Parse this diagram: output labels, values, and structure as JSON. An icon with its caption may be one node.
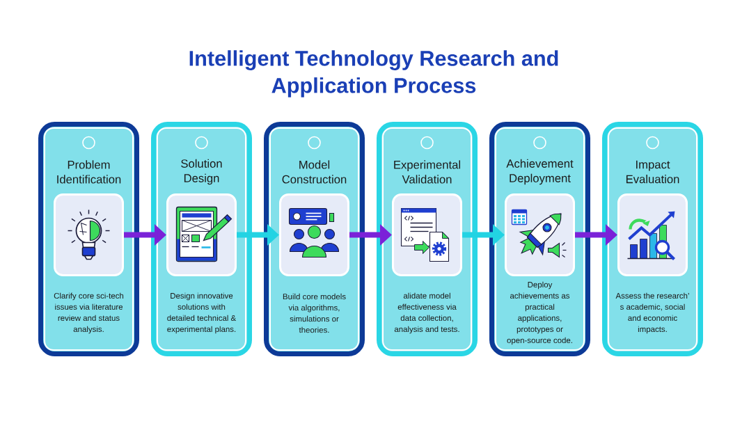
{
  "diagram": {
    "title": "Intelligent Technology Research and Application Process",
    "nodes": [
      {
        "text": [
          "Problem Identification",
          "Clarify core sci-tech issues via literature review and status analysis."
        ]
      },
      {
        "text": [],
        "shape": "picture",
        "in": 0
      },
      {
        "text": [
          "Solution Design",
          "Design innovative solutions with detailed technical & experimental plans."
        ]
      },
      {
        "text": [],
        "shape": "picture",
        "in": 2
      },
      {
        "text": [
          "Model Construction",
          "Build core models via algorithms, simulations or theories."
        ]
      },
      {
        "text": [],
        "shape": "picture",
        "in": 4
      },
      {
        "text": [
          "Experimental Validation",
          "alidate model effectiveness via data collection, analysis and tests."
        ]
      },
      {
        "text": [],
        "shape": "picture",
        "in": 6
      },
      {
        "text": [
          "Achievement Deployment",
          "Deploy achievements as practical applications, prototypes or open-source code."
        ]
      },
      {
        "text": [],
        "shape": "picture",
        "in": 8
      },
      {
        "text": [
          "Impact Evaluation",
          "Assess the research’ s academic, social and economic impacts."
        ]
      },
      {
        "text": [],
        "shape": "picture",
        "in": 10
      }
    ],
    "edges": [
      {
        "from": 1,
        "to": 3,
        "arrow": "to",
        "color": "#7b22d8"
      },
      {
        "from": 3,
        "to": 5,
        "arrow": "to",
        "color": "#22d3e3"
      },
      {
        "from": 5,
        "to": 7,
        "arrow": "to",
        "color": "#7b22d8"
      },
      {
        "from": 7,
        "to": 9,
        "arrow": "to",
        "color": "#22d3e3"
      },
      {
        "from": 9,
        "to": 11,
        "arrow": "to",
        "color": "#7b22d8"
      }
    ]
  }
}
